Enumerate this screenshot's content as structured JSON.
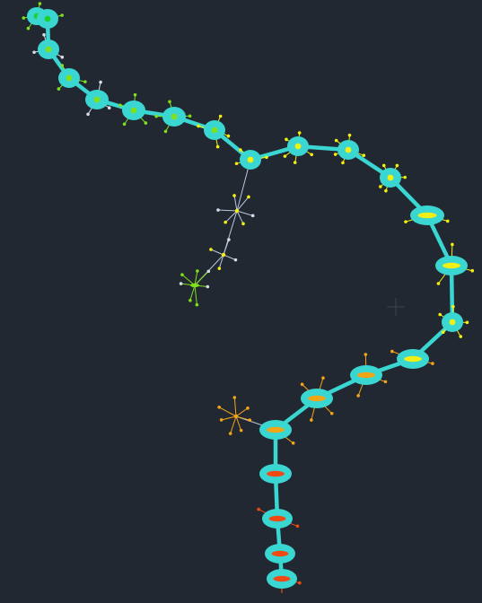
{
  "diagram": {
    "type": "tree-graph",
    "background": "#222831",
    "node_body_color": "#3ad6d2",
    "edge_color": "#3ad6d2",
    "branch_edge_color": "#b8c7e0",
    "core_colors": {
      "green": "#7fe01c",
      "green_dark": "#1fd12c",
      "yellow": "#f2ef12",
      "orange": "#f2a516",
      "red": "#f04a12"
    },
    "spur_colors": {
      "green": "#7fe01c",
      "white": "#d7dde6",
      "yellow": "#f2ef12",
      "orange": "#f2a516",
      "red": "#f04a12"
    },
    "node_count": 26,
    "branch_star_count": 4
  }
}
